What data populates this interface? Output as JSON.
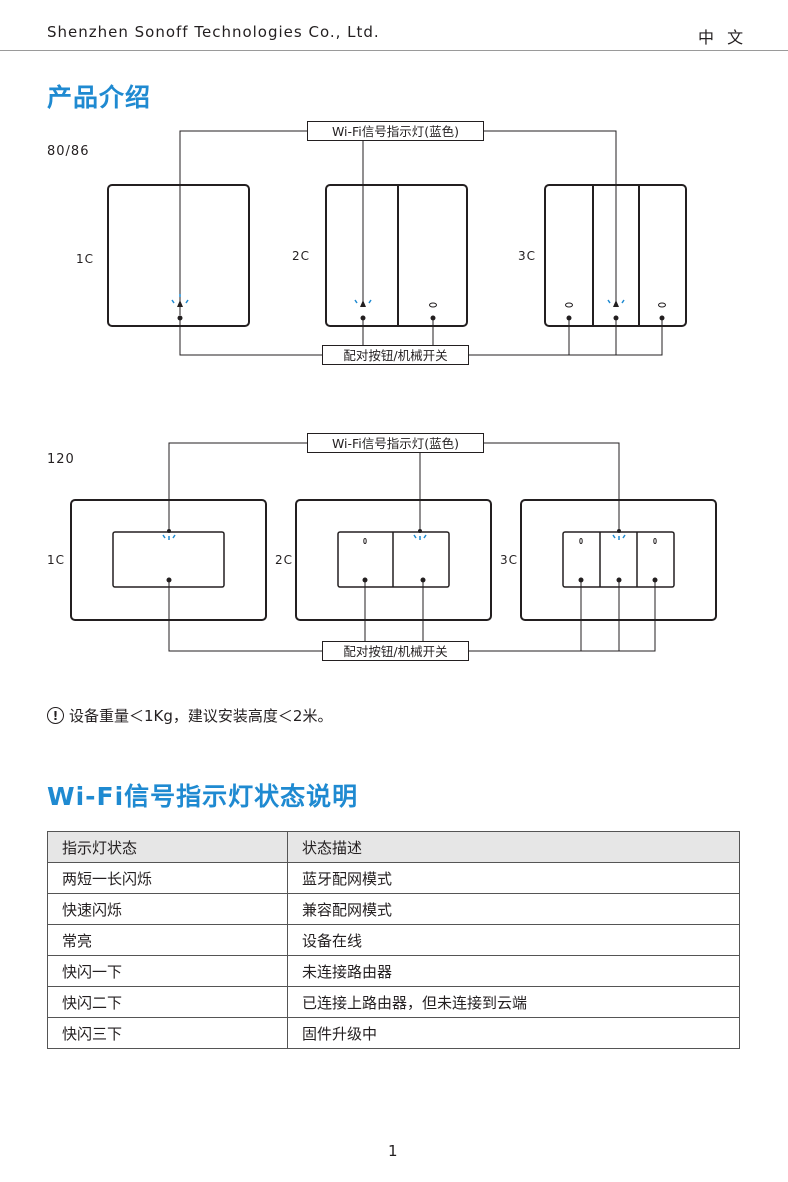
{
  "header": {
    "company": "Shenzhen Sonoff Technologies Co., Ltd.",
    "language": "中 文"
  },
  "section1": {
    "title": "产品介绍",
    "group_86": {
      "series": "80/86",
      "wifi_label": "Wi-Fi信号指示灯(蓝色)",
      "button_label": "配对按钮/机械开关",
      "labels": [
        "1C",
        "2C",
        "3C"
      ]
    },
    "group_120": {
      "series": "120",
      "wifi_label": "Wi-Fi信号指示灯(蓝色)",
      "button_label": "配对按钮/机械开关",
      "labels": [
        "1C",
        "2C",
        "3C"
      ]
    },
    "note": "设备重量＜1Kg，建议安装高度＜2米。",
    "note_icon": "!"
  },
  "section2": {
    "title": "Wi-Fi信号指示灯状态说明",
    "table": {
      "headers": [
        "指示灯状态",
        "状态描述"
      ],
      "rows": [
        [
          "两短一长闪烁",
          "蓝牙配网模式"
        ],
        [
          "快速闪烁",
          "兼容配网模式"
        ],
        [
          "常亮",
          "设备在线"
        ],
        [
          "快闪一下",
          "未连接路由器"
        ],
        [
          "快闪二下",
          "已连接上路由器，但未连接到云端"
        ],
        [
          "快闪三下",
          "固件升级中"
        ]
      ]
    }
  },
  "footer": {
    "page_number": "1"
  },
  "colors": {
    "accent": "#1f8ad1",
    "line": "#231f20",
    "table_header_bg": "#e6e6e6"
  }
}
